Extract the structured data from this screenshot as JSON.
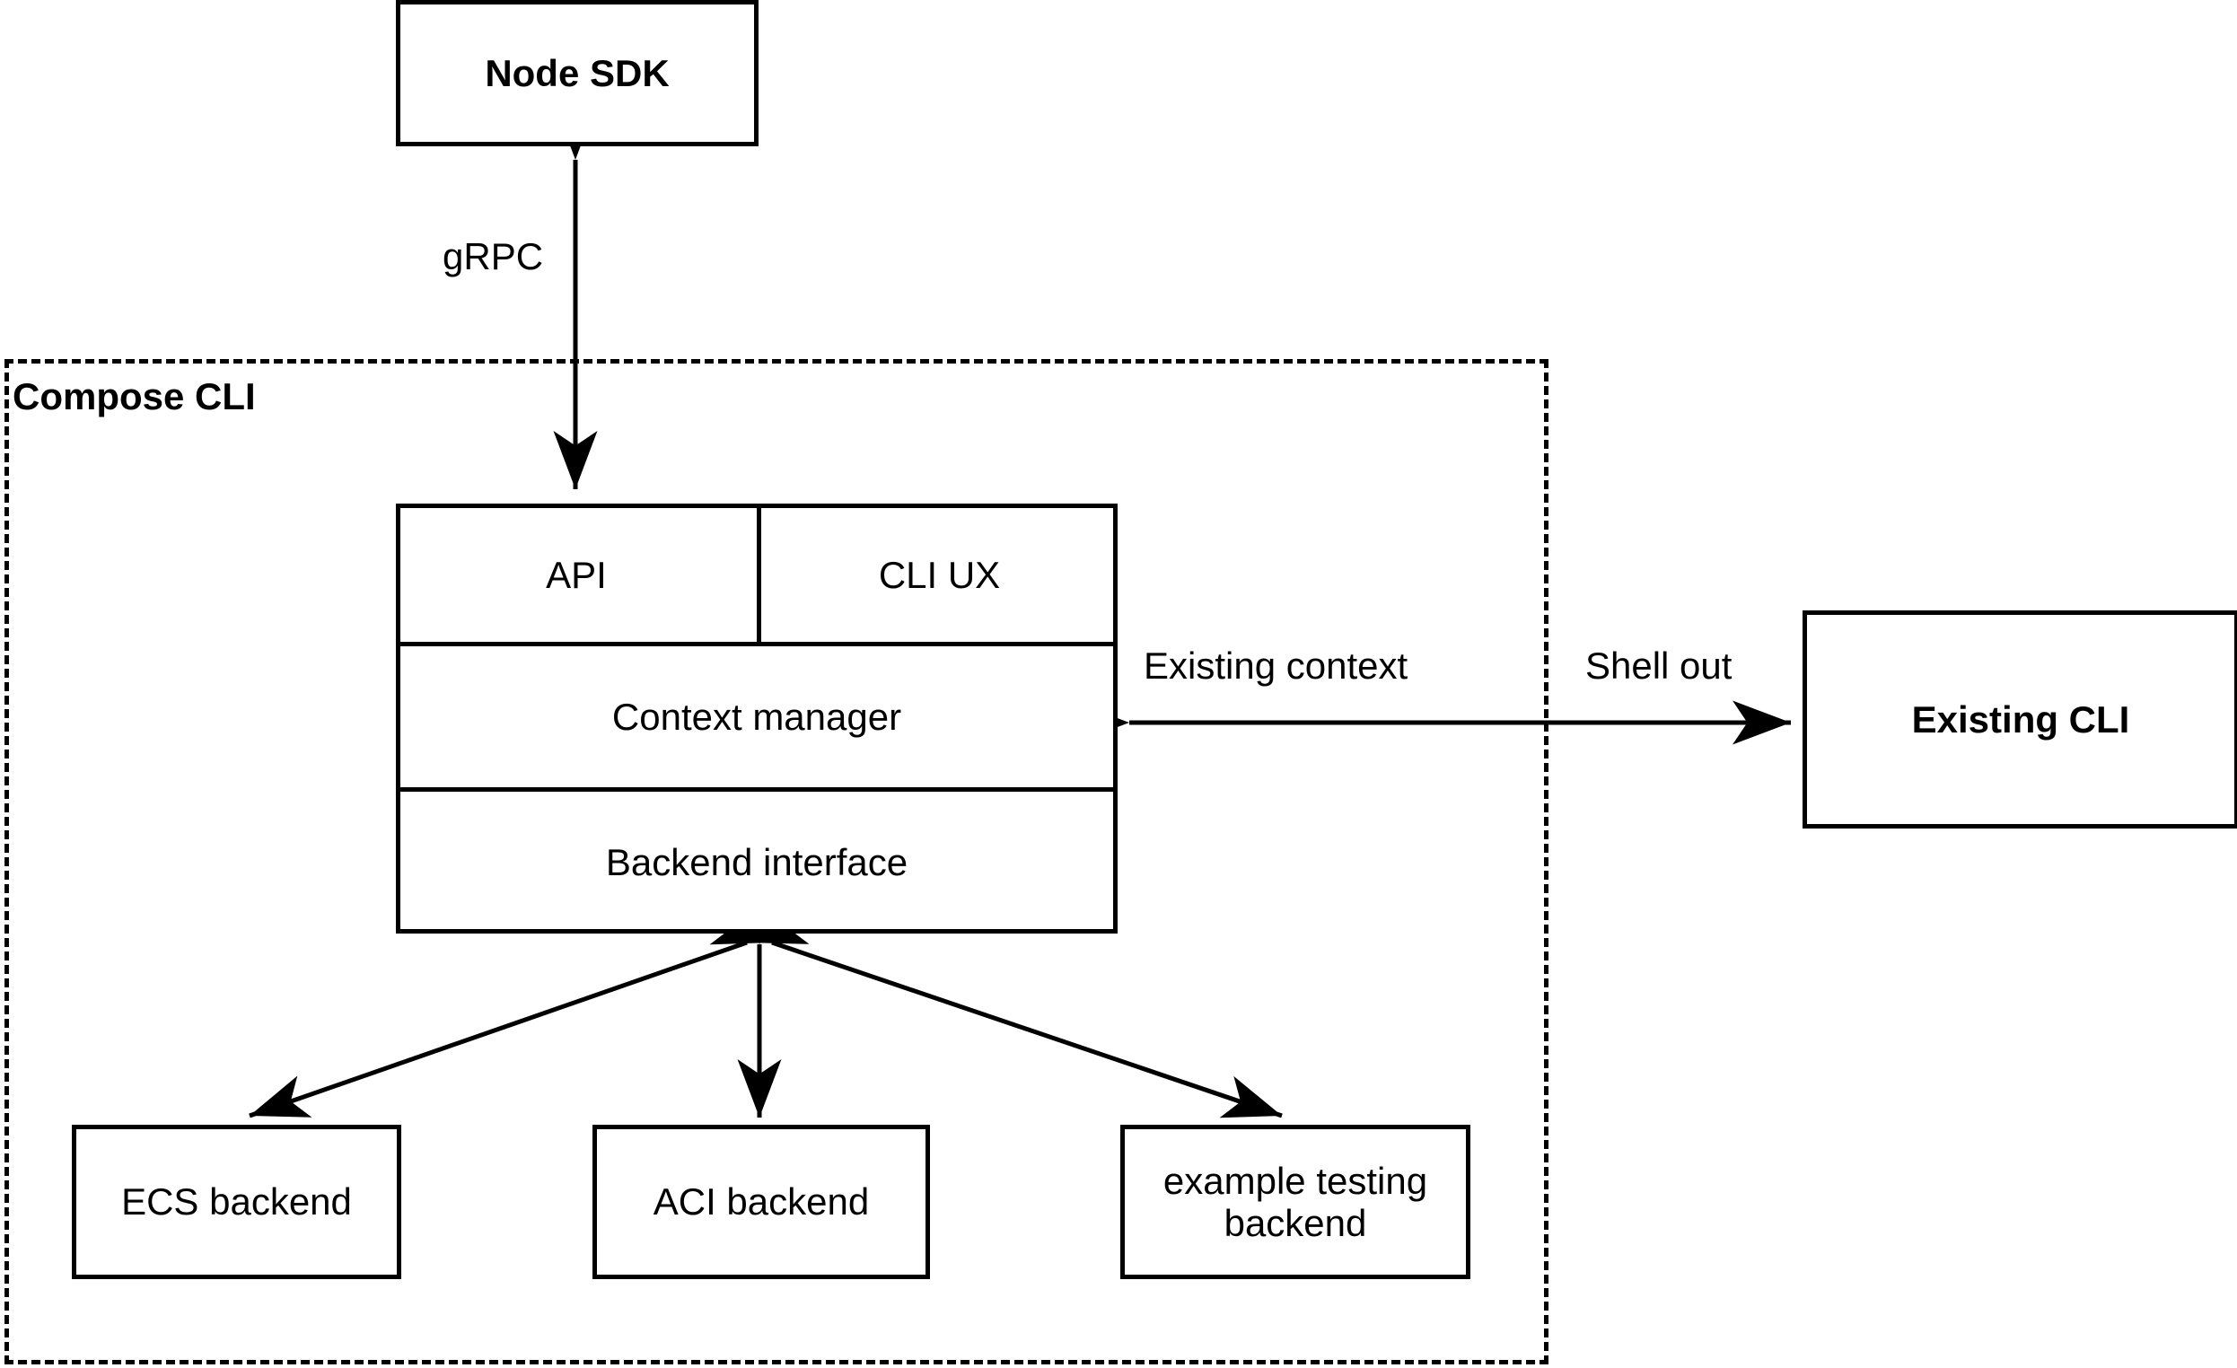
{
  "diagram": {
    "title_visible": false,
    "background_color": "#ffffff",
    "line_color": "#000000",
    "groups": [
      {
        "id": "compose-cli",
        "label": "Compose CLI",
        "border_style": "dashed"
      }
    ],
    "nodes": [
      {
        "id": "node-sdk",
        "label": "Node SDK",
        "bold": true
      },
      {
        "id": "api",
        "label": "API",
        "bold": false
      },
      {
        "id": "cli-ux",
        "label": "CLI UX",
        "bold": false
      },
      {
        "id": "context-manager",
        "label": "Context manager",
        "bold": false
      },
      {
        "id": "backend-interface",
        "label": "Backend interface",
        "bold": false
      },
      {
        "id": "ecs-backend",
        "label": "ECS backend",
        "bold": false
      },
      {
        "id": "aci-backend",
        "label": "ACI backend",
        "bold": false
      },
      {
        "id": "example-testing-backend",
        "label": "example testing\nbackend",
        "line1": "example testing",
        "line2": "backend",
        "bold": false
      },
      {
        "id": "existing-cli",
        "label": "Existing CLI",
        "bold": true
      }
    ],
    "edges": [
      {
        "id": "edge-grpc",
        "label": "gRPC",
        "from": "node-sdk",
        "to": "api",
        "arrowheads": "both",
        "orientation": "vertical"
      },
      {
        "id": "edge-existing-context-shell-out",
        "labels": [
          "Existing context",
          "Shell out"
        ],
        "label_left": "Existing context",
        "label_right": "Shell out",
        "from": "context-manager",
        "to": "existing-cli",
        "arrowheads": "both",
        "orientation": "horizontal"
      },
      {
        "id": "edge-backend-ecs",
        "label": "",
        "from": "backend-interface",
        "to": "ecs-backend",
        "arrowheads": "both",
        "orientation": "diagonal"
      },
      {
        "id": "edge-backend-aci",
        "label": "",
        "from": "backend-interface",
        "to": "aci-backend",
        "arrowheads": "both",
        "orientation": "vertical"
      },
      {
        "id": "edge-backend-example",
        "label": "",
        "from": "backend-interface",
        "to": "example-testing-backend",
        "arrowheads": "both",
        "orientation": "diagonal"
      }
    ]
  }
}
